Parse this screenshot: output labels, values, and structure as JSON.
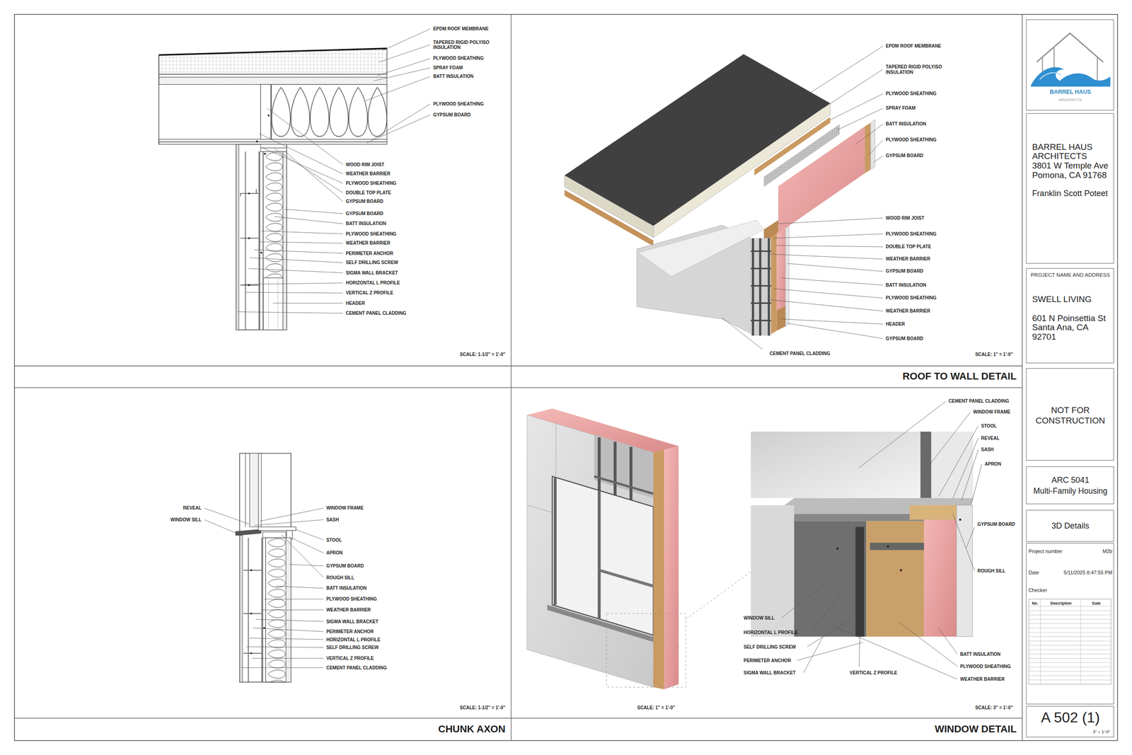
{
  "diagram": {
    "nodes": [
      {
        "text": [
          "BARREL HAUS",
          "ARCHITECTS"
        ]
      },
      {
        "text": [
          "BARREL HAUS",
          "ARCHITECTS",
          "3801 W Temple Ave",
          "Pomona, CA 91768",
          "Franklin Scott Poteet"
        ]
      },
      {
        "text": [
          "PROJECT NAME AND ADDRESS",
          "SWELL LIVING",
          "601 N Poinsettia St",
          "Santa Ana, CA",
          "92701"
        ]
      },
      {
        "text": [
          "NOT FOR CONSTRUCTION"
        ]
      },
      {
        "text": [
          "ARC 5041",
          "Multi-Family Housing"
        ]
      },
      {
        "text": [
          "3D Details"
        ]
      },
      {
        "text": [
          "Project number",
          "M2b",
          "Date",
          "5/11/2025 8:47:55 PM",
          "Checker",
          "No.",
          "Description",
          "Date"
        ]
      },
      {
        "text": [
          "A 502 (1)",
          "3\" = 1'-0\""
        ]
      }
    ],
    "labels": [
      "EPDM ROOF MEMBRANE",
      "TAPERED RIGID POLYISO INSULATION",
      "PLYWOOD SHEATHING",
      "SPRAY FOAM",
      "BATT INSULATION",
      "PLYWOOD SHEATHING",
      "GYPSUM BOARD",
      "WOOD RIM JOIST",
      "WEATHER BARRIER",
      "PLYWOOD SHEATHING",
      "DOUBLE TOP PLATE",
      "GYPSUM BOARD",
      "GYPSUM BOARD",
      "BATT INSULATION",
      "PLYWOOD SHEATHING",
      "WEATHER BARRIER",
      "PERIMETER ANCHOR",
      "SELF DRILLING SCREW",
      "SIGMA WALL BRACKET",
      "HORIZONTAL L PROFILE",
      "VERTICAL Z PROFILE",
      "HEADER",
      "CEMENT PANEL CLADDING",
      "SCALE: 1-1/2\" = 1'-0\"",
      "EPDM ROOF MEMBRANE",
      "TAPERED RIGID POLYISO INSULATION",
      "PLYWOOD SHEATHING",
      "SPRAY FOAM",
      "BATT INSULATION",
      "PLYWOOD SHEATHING",
      "GYPSUM BOARD",
      "WOOD RIM JOIST",
      "PLYWOOD SHEATHING",
      "DOUBLE TOP PLATE",
      "WEATHER BARRIER",
      "GYPSUM BOARD",
      "BATT INSULATION",
      "PLYWOOD SHEATHING",
      "WEATHER BARRIER",
      "HEADER",
      "GYPSUM BOARD",
      "CEMENT PANEL CLADDING",
      "SCALE: 1\" = 1'-0\"",
      "ROOF TO WALL DETAIL",
      "REVEAL",
      "WINDOW SILL",
      "WINDOW FRAME",
      "SASH",
      "STOOL",
      "APRON",
      "GYPSUM BOARD",
      "ROUGH SILL",
      "BATT INSULATION",
      "PLYWOOD SHEATHING",
      "WEATHER BARRIER",
      "SIGMA WALL BRACKET",
      "PERIMETER ANCHOR",
      "HORIZONTAL L PROFILE",
      "SELF DRILLING SCREW",
      "VERTICAL Z PROFILE",
      "CEMENT PANEL CLADDING",
      "SCALE: 1-1/2\" = 1'-0\"",
      "SCALE: 1\" = 1'-0\"",
      "CEMENT PANEL CLADDING",
      "WINDOW FRAME",
      "STOOL",
      "REVEAL",
      "SASH",
      "APRON",
      "GYPSUM BOARD",
      "ROUGH SILL",
      "BATT INSULATION",
      "PLYWOOD SHEATHING",
      "WEATHER BARRIER",
      "WINDOW SILL",
      "HORIZONTAL L PROFILE",
      "SELF DRILLING SCREW",
      "PERIMETER ANCHOR",
      "SIGMA WALL BRACKET",
      "VERTICAL Z PROFILE",
      "SCALE: 3\" = 1'-0\"",
      "CHUNK AXON",
      "WINDOW DETAIL"
    ]
  }
}
